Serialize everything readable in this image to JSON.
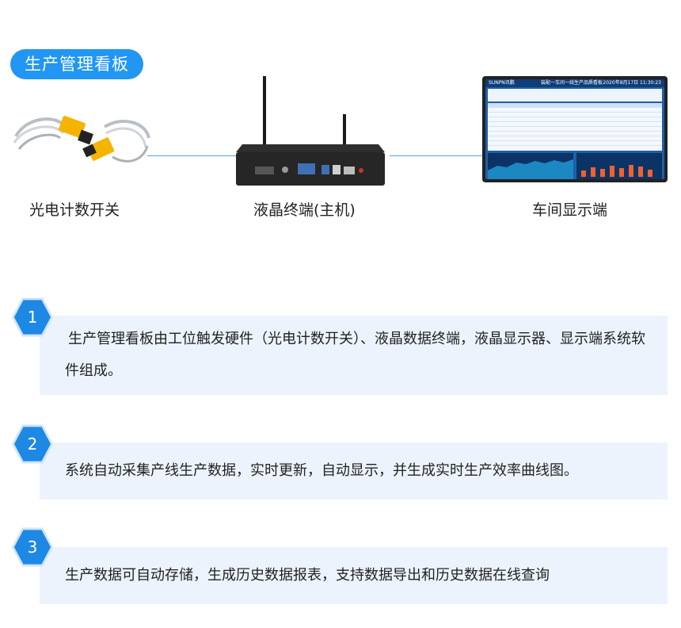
{
  "header": {
    "title": "生产管理看板"
  },
  "devices": [
    {
      "label": "光电计数开关"
    },
    {
      "label": "液晶终端(主机)"
    },
    {
      "label": "车间显示端"
    }
  ],
  "screen": {
    "brand": "SUNPN讯鹏",
    "title": "装配一车间一线生产品质看板",
    "datetime": "2020年8月17日   11:30:23"
  },
  "steps": [
    {
      "number": "1",
      "text": "生产管理看板由工位触发硬件（光电计数开关）、液晶数据终端，液晶显示器、显示端系统软件组成。"
    },
    {
      "number": "2",
      "text": "系统自动采集产线生产数据，实时更新，自动显示，并生成实时生产效率曲线图。"
    },
    {
      "number": "3",
      "text": "生产数据可自动存储，生成历史数据报表，支持数据导出和历史数据在线查询"
    }
  ],
  "colors": {
    "accent": "#2196f3",
    "step_bg": "#ecf3fc",
    "hex": "#1e88e5"
  }
}
